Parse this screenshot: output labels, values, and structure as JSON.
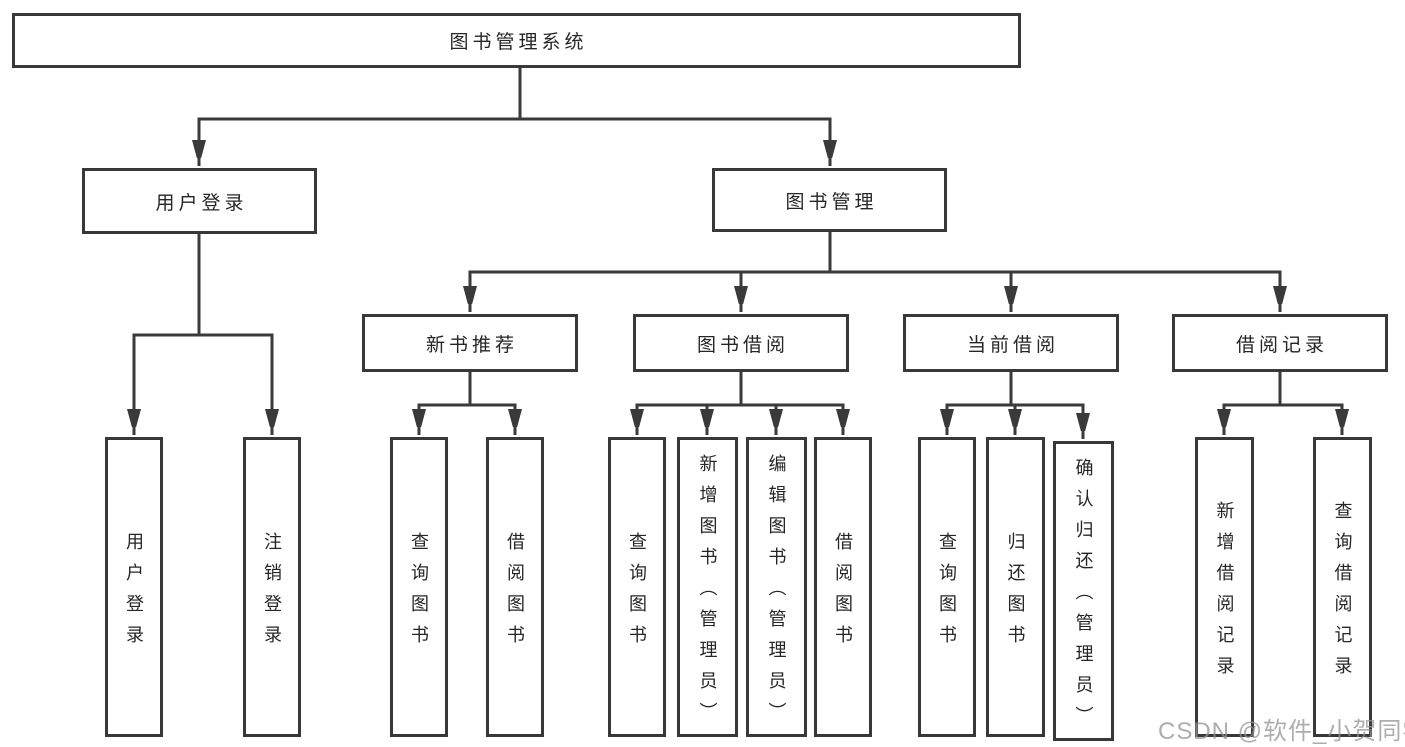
{
  "tree": {
    "label": "图书管理系统",
    "children": [
      {
        "label": "用户登录",
        "children": [
          {
            "label": "用户登录"
          },
          {
            "label": "注销登录"
          }
        ]
      },
      {
        "label": "图书管理",
        "children": [
          {
            "label": "新书推荐",
            "children": [
              {
                "label": "查询图书"
              },
              {
                "label": "借阅图书"
              }
            ]
          },
          {
            "label": "图书借阅",
            "children": [
              {
                "label": "查询图书"
              },
              {
                "label": "新增图书（管理员）"
              },
              {
                "label": "编辑图书（管理员）"
              },
              {
                "label": "借阅图书"
              }
            ]
          },
          {
            "label": "当前借阅",
            "children": [
              {
                "label": "查询图书"
              },
              {
                "label": "归还图书"
              },
              {
                "label": "确认归还（管理员）"
              }
            ]
          },
          {
            "label": "借阅记录",
            "children": [
              {
                "label": "新增借阅记录"
              },
              {
                "label": "查询借阅记录"
              }
            ]
          }
        ]
      }
    ]
  },
  "watermark": {
    "text": "CSDN @软件_小贺同学"
  },
  "colors": {
    "line": "#3a3a3a",
    "border": "#383838",
    "text": "#262626",
    "watermark_text": "#919191",
    "background": "#ffffff"
  }
}
